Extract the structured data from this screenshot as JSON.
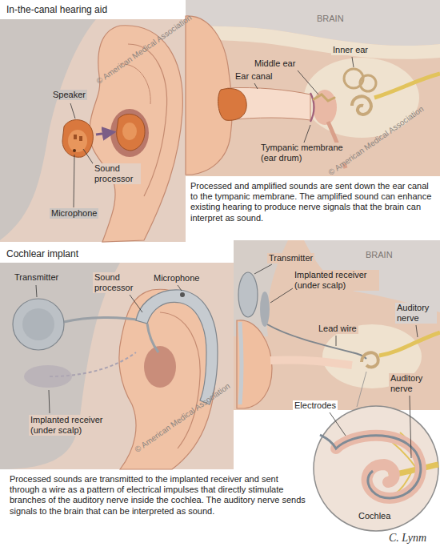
{
  "diagram": {
    "labels": [
      "In-the-canal hearing aid",
      "Speaker",
      "Sound processor",
      "Microphone",
      "BRAIN",
      "Middle ear",
      "Inner ear",
      "Ear canal",
      "Tympanic membrane (ear drum)",
      "Processed and amplified sounds are sent down the ear canal to the tympanic membrane. The amplified sound can enhance existing hearing to produce nerve signals that the brain can interpret as sound.",
      "Cochlear implant",
      "Transmitter",
      "Sound processor",
      "Microphone",
      "Implanted receiver (under scalp)",
      "Transmitter",
      "BRAIN",
      "Implanted receiver (under scalp)",
      "Lead wire",
      "Auditory nerve",
      "Auditory nerve",
      "Electrodes",
      "Cochlea",
      "Processed sounds are transmitted to the implanted receiver and sent through a wire as a pattern of electrical impulses that directly stimulate branches of the auditory nerve inside the cochlea. The auditory nerve sends signals to the brain that can be interpreted as sound.",
      "C. Lynm",
      "© American Medical Association",
      "© American Medical Association",
      "© American Medical Association"
    ]
  }
}
